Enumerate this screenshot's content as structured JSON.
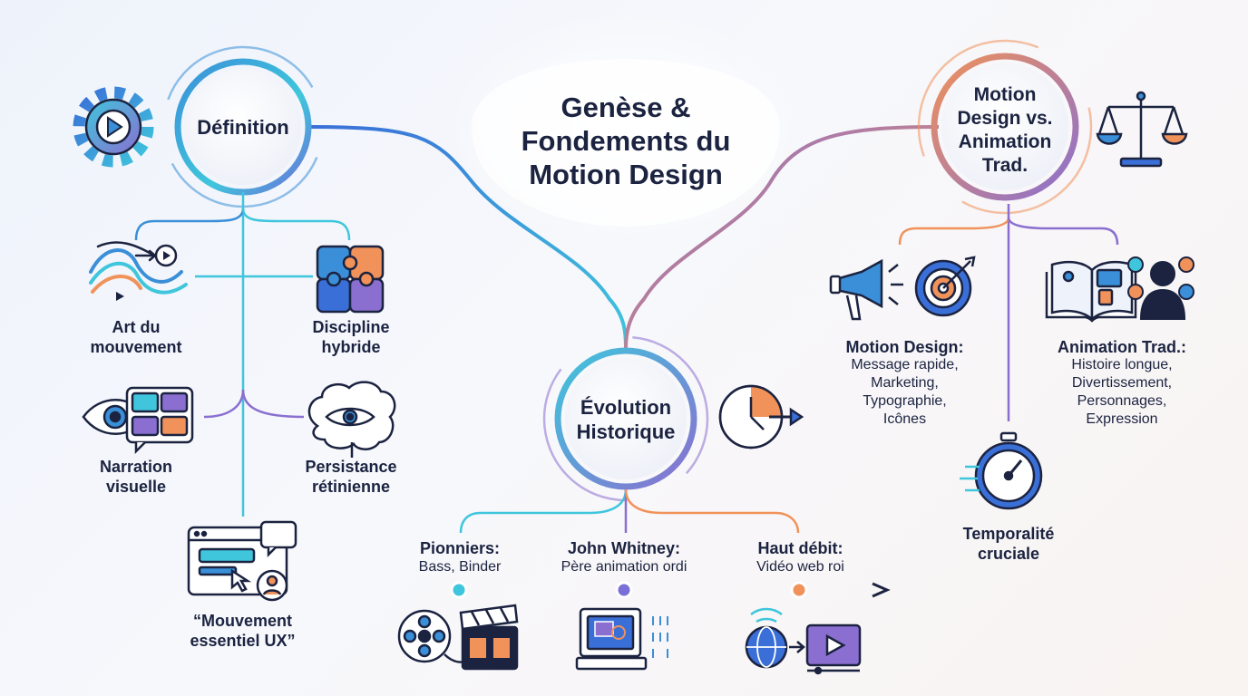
{
  "title": "Genèse &\nFondements du\nMotion Design",
  "definition": {
    "label": "Définition",
    "items": [
      {
        "label": "Art du\nmouvement"
      },
      {
        "label": "Discipline\nhybride"
      },
      {
        "label": "Narration\nvisuelle"
      },
      {
        "label": "Persistance\nrétinienne"
      },
      {
        "label": "“Mouvement\nessentiel UX”"
      }
    ]
  },
  "comparison": {
    "label": "Motion\nDesign vs.\nAnimation\nTrad.",
    "motion": {
      "title": "Motion Design:",
      "body": "Message rapide,\nMarketing,\nTypographie,\nIcônes"
    },
    "animation": {
      "title": "Animation Trad.:",
      "body": "Histoire longue,\nDivertissement,\nPersonnages,\nExpression"
    },
    "timing": "Temporalité\ncruciale"
  },
  "history": {
    "label": "Évolution\nHistorique",
    "milestones": [
      {
        "title": "Pionniers:",
        "body": "Bass, Binder"
      },
      {
        "title": "John Whitney:",
        "body": "Père animation ordi"
      },
      {
        "title": "Haut débit:",
        "body": "Vidéo web roi"
      }
    ]
  },
  "colors": {
    "blue": "#3a8fd8",
    "cyan": "#3fc6dc",
    "purple": "#8a6fd0",
    "orange": "#f0925a",
    "navy": "#1b2340"
  }
}
